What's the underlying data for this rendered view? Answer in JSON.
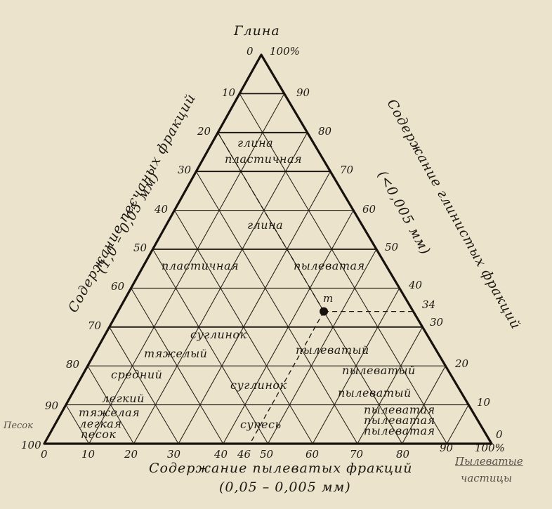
{
  "title": "Глина",
  "apex_labels": {
    "top_left": "0",
    "top_right": "100%"
  },
  "left_axis": {
    "line1": "Содержание песчаных фракций",
    "line2": "(1,0 – 0,05 мм)",
    "ticks": [
      "10",
      "20",
      "30",
      "40",
      "50",
      "60",
      "70",
      "80",
      "90",
      "100"
    ]
  },
  "right_axis": {
    "line1": "Содержание глинистых фракций",
    "line2": "(<0,005 мм)",
    "ticks": [
      "90",
      "80",
      "70",
      "60",
      "50",
      "40",
      "30",
      "20",
      "10",
      "0"
    ],
    "extra_tick": "34"
  },
  "bottom_axis": {
    "line1": "Содержание пылеватых фракций",
    "line2": "(0,05 – 0,005 мм)",
    "ticks": [
      "0",
      "10",
      "20",
      "30",
      "40",
      "46",
      "50",
      "60",
      "70",
      "80",
      "90",
      "100%"
    ]
  },
  "corner_labels": {
    "bottom_left": "Песок",
    "bottom_right_top": "Пылеватые",
    "bottom_right_bottom": "частицы"
  },
  "point": {
    "label": "m",
    "clay": 34,
    "silt": 46,
    "sand": 20
  },
  "zones": {
    "glina_top": "глина",
    "plastichnaya_top": "пластичная",
    "glina_mid": "глина",
    "plastichnaya_mid": "пластичная",
    "pylevataya_mid": "пылеватая",
    "suglinok_top": "суглинок",
    "tyazhely": "тяжелый",
    "pylevaty_1": "пылеватый",
    "sredny": "средний",
    "pylevaty_2": "пылеватый",
    "legky": "легкий",
    "suglinok_bottom": "суглинок",
    "pylevaty_3": "пылеватый",
    "tyazhelaya": "тяжелая",
    "pylevataya_1": "пылеватая",
    "legkaya": "легкая",
    "pylevataya_2": "пылеватая",
    "supes": "супесь",
    "pesok": "песок",
    "pylevataya_3": "пылеватая"
  }
}
